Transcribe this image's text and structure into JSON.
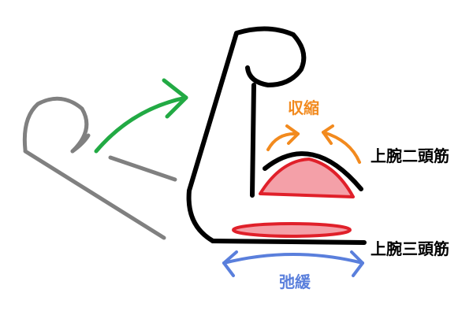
{
  "labels": {
    "contraction": "収縮",
    "biceps": "上腕二頭筋",
    "triceps": "上腕三頭筋",
    "relaxation": "弛緩"
  },
  "colors": {
    "outline": "#000000",
    "old_arm": "#808080",
    "movement_arrow": "#22aa44",
    "contraction": "#f28a1e",
    "relaxation": "#5a7fdc",
    "muscle_stroke": "#e0202a",
    "muscle_fill": "#f4a0a8",
    "label_text": "#000000"
  }
}
